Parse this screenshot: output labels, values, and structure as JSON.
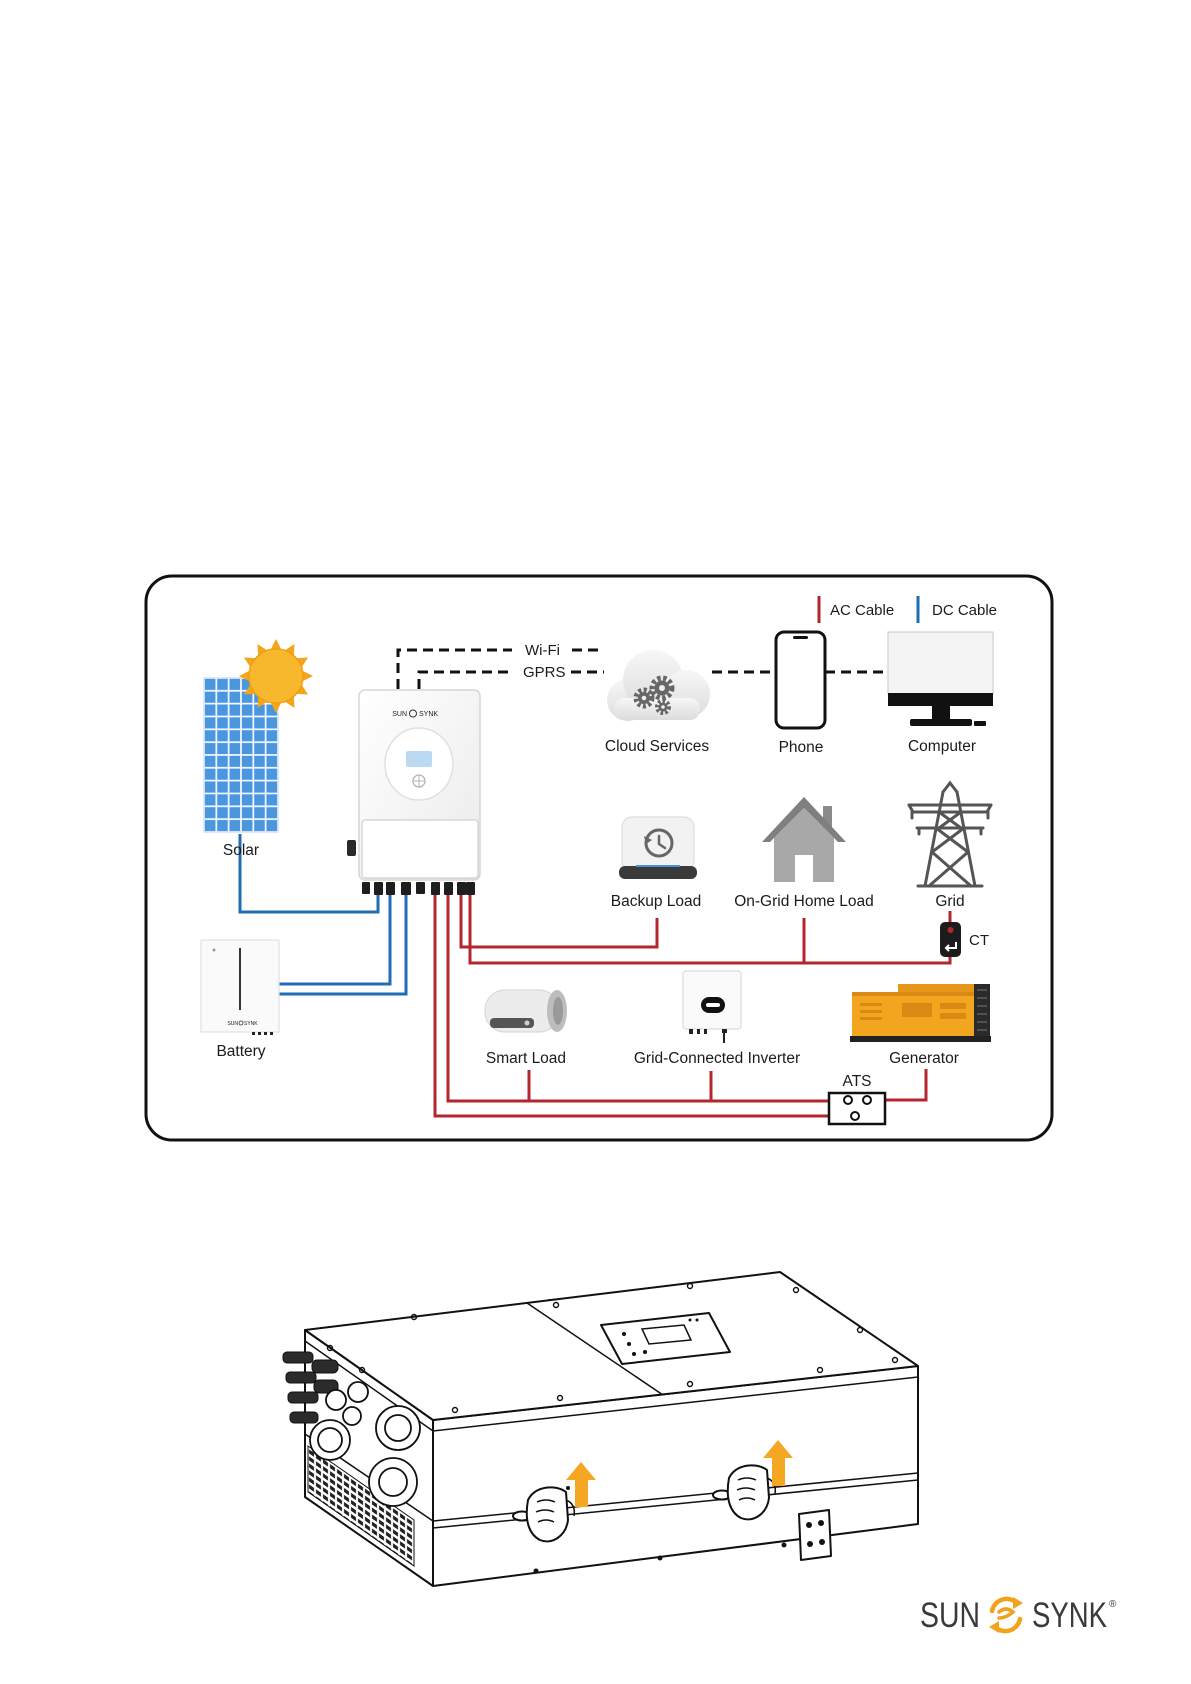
{
  "legend": {
    "ac_label": "AC Cable",
    "dc_label": "DC Cable",
    "ac_color": "#b3262d",
    "dc_color": "#1f6db5"
  },
  "communication": {
    "wifi_label": "Wi-Fi",
    "gprs_label": "GPRS"
  },
  "nodes": {
    "solar": "Solar",
    "battery": "Battery",
    "cloud": "Cloud Services",
    "phone": "Phone",
    "computer": "Computer",
    "backup_load": "Backup Load",
    "home_load": "On-Grid Home Load",
    "grid": "Grid",
    "ct": "CT",
    "smart_load": "Smart Load",
    "grid_inverter": "Grid-Connected Inverter",
    "generator": "Generator",
    "ats": "ATS"
  },
  "device_brand": {
    "left": "SUN",
    "right": "SYNK"
  },
  "icons": {
    "solar": "solar-panel-icon",
    "sun": "sun-icon",
    "cloud": "cloud-gears-icon",
    "phone": "smartphone-icon",
    "computer": "monitor-icon",
    "backup_load": "backup-history-icon",
    "home_load": "house-icon",
    "grid": "transmission-tower-icon",
    "ct": "current-transformer-icon",
    "battery": "battery-unit-icon",
    "smart_load": "water-heater-icon",
    "grid_inverter": "inverter-icon",
    "generator": "generator-icon",
    "ats": "transfer-switch-icon",
    "lift": "lift-up-arrow-icon"
  },
  "logo": {
    "left": "SUN",
    "right": "SYNK",
    "registered": "®",
    "accent_color": "#f3a21c",
    "text_color": "#3a3a3a"
  },
  "lift_arrow_color": "#f5a623"
}
